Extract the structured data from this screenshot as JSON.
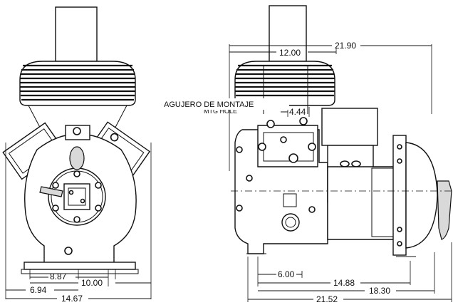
{
  "annotation": {
    "mounting_hole": "AGUJERO DE MONTAJE",
    "hidden_text": "MTG HOLE",
    "dim_444": "4.44"
  },
  "left_view": {
    "dim_887": "8.87",
    "dim_1000": "10.00",
    "dim_694": "6.94",
    "dim_1467": "14.67"
  },
  "right_view": {
    "dim_1200": "12.00",
    "dim_2190": "21.90",
    "dim_600": "6.00",
    "dim_1488": "14.88",
    "dim_1830": "18.30",
    "dim_2152": "21.52"
  }
}
